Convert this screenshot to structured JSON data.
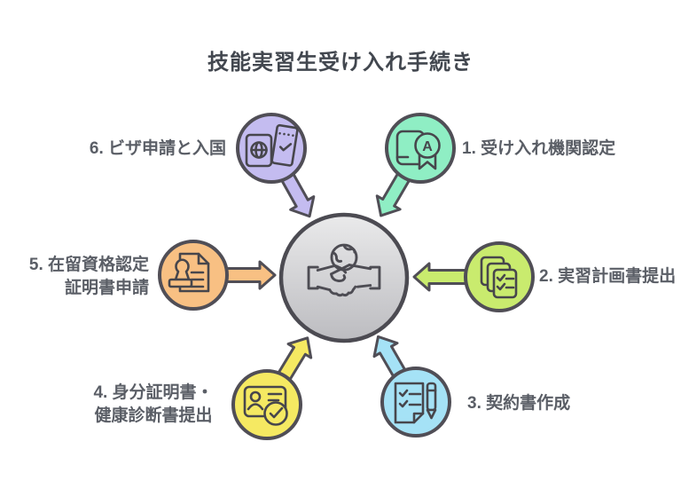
{
  "title": "技能実習生受け入れ手続き",
  "colors": {
    "background": "#ffffff",
    "title_text": "#42474f",
    "label_text": "#5a5e66",
    "outline": "#504e56",
    "icon_stroke": "#47464c",
    "center_circle_top": "#eaeaeb",
    "center_circle_bottom": "#bcbcc0"
  },
  "center": {
    "icon": "handshake-globe-icon"
  },
  "steps": [
    {
      "number": "1",
      "label_line1": "1. 受け入れ機関認定",
      "label_line2": "",
      "color": "#8feec4",
      "icon": "certificate-award-icon",
      "badge_letter": "A",
      "position": "top-right"
    },
    {
      "number": "2",
      "label_line1": "2. 実習計画書提出",
      "label_line2": "",
      "color": "#c9eb6e",
      "icon": "documents-stack-icon",
      "position": "right"
    },
    {
      "number": "3",
      "label_line1": "3. 契約書作成",
      "label_line2": "",
      "color": "#a5e2f6",
      "icon": "contract-pen-icon",
      "position": "bottom-right"
    },
    {
      "number": "4",
      "label_line1": "4. 身分証明書・",
      "label_line2": "健康診断書提出",
      "color": "#f5e962",
      "icon": "id-card-check-icon",
      "position": "bottom-left"
    },
    {
      "number": "5",
      "label_line1": "5. 在留資格認定",
      "label_line2": "証明書申請",
      "color": "#f8c083",
      "icon": "document-stamp-icon",
      "position": "left"
    },
    {
      "number": "6",
      "label_line1": "6. ビザ申請と入国",
      "label_line2": "",
      "color": "#c4bcf0",
      "icon": "passport-ticket-icon",
      "position": "top-left"
    }
  ]
}
